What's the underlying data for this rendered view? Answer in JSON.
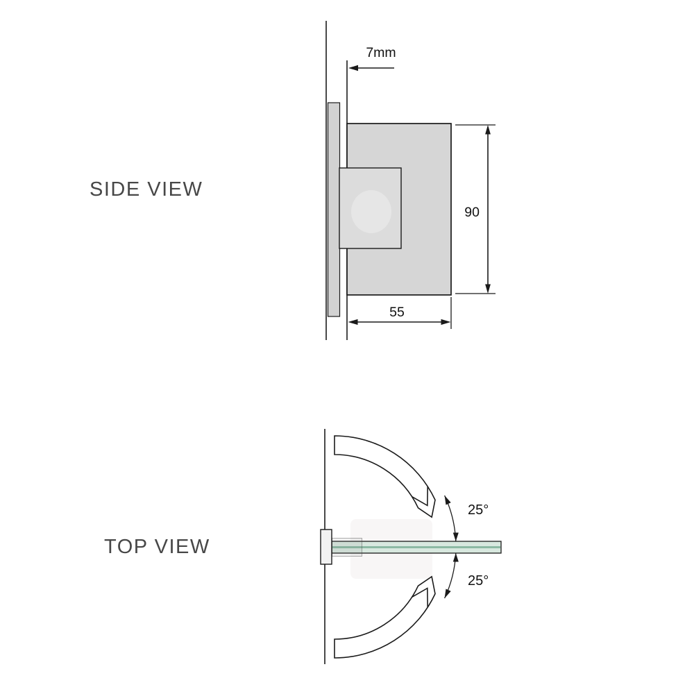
{
  "side_view": {
    "label": "SIDE VIEW",
    "dims": {
      "glass_thickness": "7mm",
      "body_height": "90",
      "body_width": "55"
    }
  },
  "top_view": {
    "label": "TOP VIEW",
    "angles": {
      "upper": "25°",
      "lower": "25°"
    }
  },
  "colors": {
    "wall_plate_fill": "#d2d2d2",
    "hinge_body_fill": "#d6d6d6",
    "inner_plate_fill": "#dcdcdc",
    "glass_fill": "#d8e8df",
    "glass_core": "#8cb9a3",
    "mount_plate_fill": "#f2f2f2",
    "line": "#1a1a1a",
    "label_text": "#474747"
  }
}
